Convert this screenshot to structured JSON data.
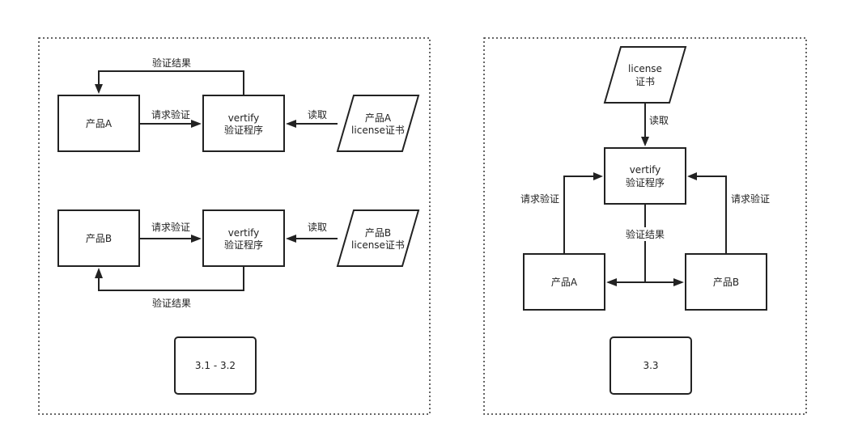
{
  "left": {
    "a_result_label": "验证结果",
    "a_request_label": "请求验证",
    "a_read_label": "读取",
    "product_a": "产品A",
    "verify_a_line1": "vertify",
    "verify_a_line2": "验证程序",
    "lic_a_line1": "产品A",
    "lic_a_line2": "license证书",
    "b_request_label": "请求验证",
    "b_read_label": "读取",
    "product_b": "产品B",
    "verify_b_line1": "vertify",
    "verify_b_line2": "验证程序",
    "lic_b_line1": "产品B",
    "lic_b_line2": "license证书",
    "b_result_label": "验证结果",
    "caption": "3.1 - 3.2"
  },
  "right": {
    "lic_line1": "license",
    "lic_line2": "证书",
    "read_label": "读取",
    "verify_line1": "vertify",
    "verify_line2": "验证程序",
    "request_left_label": "请求验证",
    "request_right_label": "请求验证",
    "result_label": "验证结果",
    "product_a": "产品A",
    "product_b": "产品B",
    "caption": "3.3"
  }
}
